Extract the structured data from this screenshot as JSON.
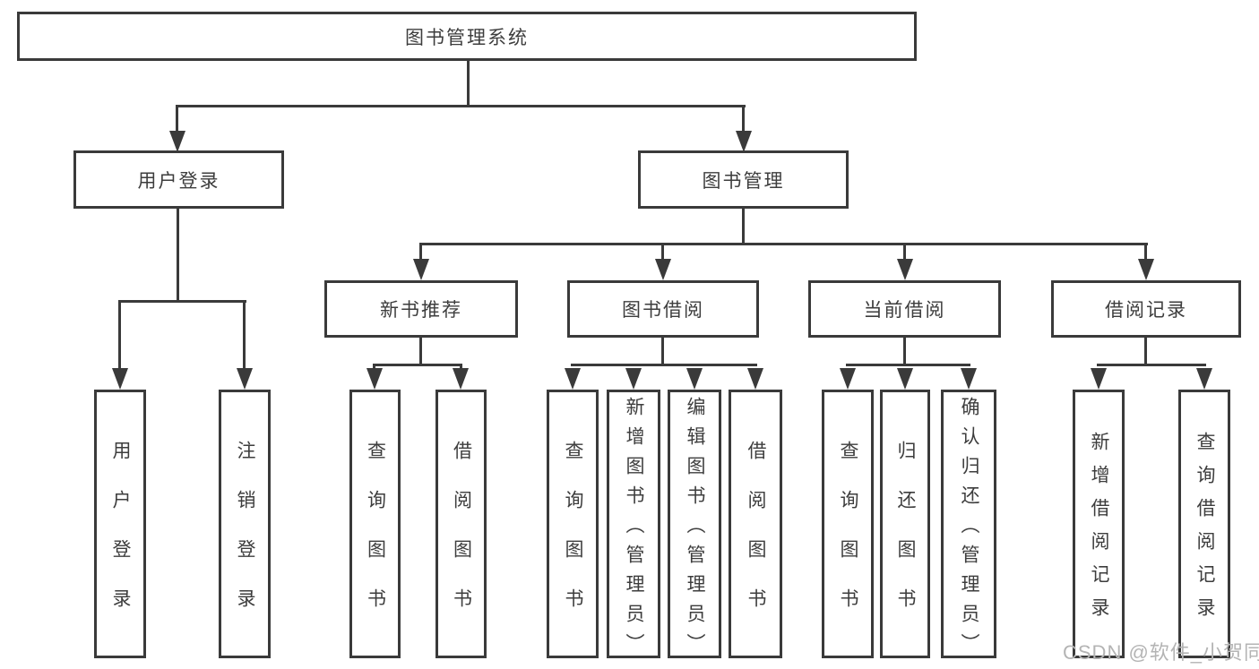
{
  "tree": {
    "label": "图书管理系统",
    "children": [
      {
        "label": "用户登录",
        "children": [
          {
            "label": "用户登录"
          },
          {
            "label": "注销登录"
          }
        ]
      },
      {
        "label": "图书管理",
        "children": [
          {
            "label": "新书推荐",
            "children": [
              {
                "label": "查询图书"
              },
              {
                "label": "借阅图书"
              }
            ]
          },
          {
            "label": "图书借阅",
            "children": [
              {
                "label": "查询图书"
              },
              {
                "label": "新增图书（管理员）"
              },
              {
                "label": "编辑图书（管理员）"
              },
              {
                "label": "借阅图书"
              }
            ]
          },
          {
            "label": "当前借阅",
            "children": [
              {
                "label": "查询图书"
              },
              {
                "label": "归还图书"
              },
              {
                "label": "确认归还（管理员）"
              }
            ]
          },
          {
            "label": "借阅记录",
            "children": [
              {
                "label": "新增借阅记录"
              },
              {
                "label": "查询借阅记录"
              }
            ]
          }
        ]
      }
    ]
  },
  "watermark": {
    "text": "CSDN @软件_小贺同学"
  },
  "colors": {
    "line": "#3a3a3a",
    "text": "#3d3d3d",
    "watermark": "#b4b4b4",
    "background": "#ffffff"
  }
}
